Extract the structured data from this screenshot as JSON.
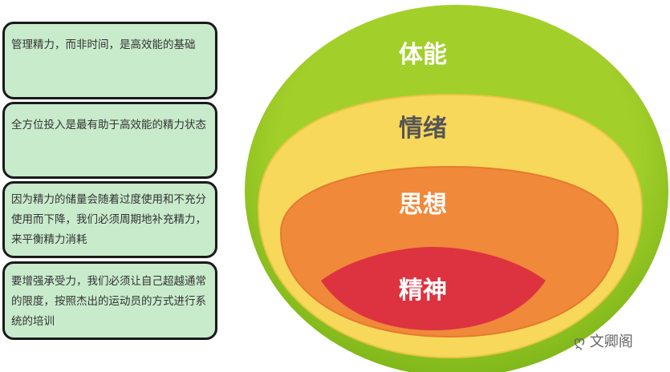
{
  "notes": [
    "管理精力，而非时间，是高效能的基础",
    "全方位投入是最有助于高效能的精力状态",
    "因为精力的储量会随着过度使用和不充分使用而下降，我们必须周期地补充精力，来平衡精力消耗",
    "要增强承受力，我们必须让自己超越通常的限度，按照杰出的运动员的方式进行系统的培训"
  ],
  "layers": [
    {
      "label": "体能",
      "color": "#8fc31f"
    },
    {
      "label": "情绪",
      "color": "#f7d85a"
    },
    {
      "label": "思想",
      "color": "#f0893a"
    },
    {
      "label": "精神",
      "color": "#dd3340"
    }
  ],
  "watermark": "文卿阁"
}
